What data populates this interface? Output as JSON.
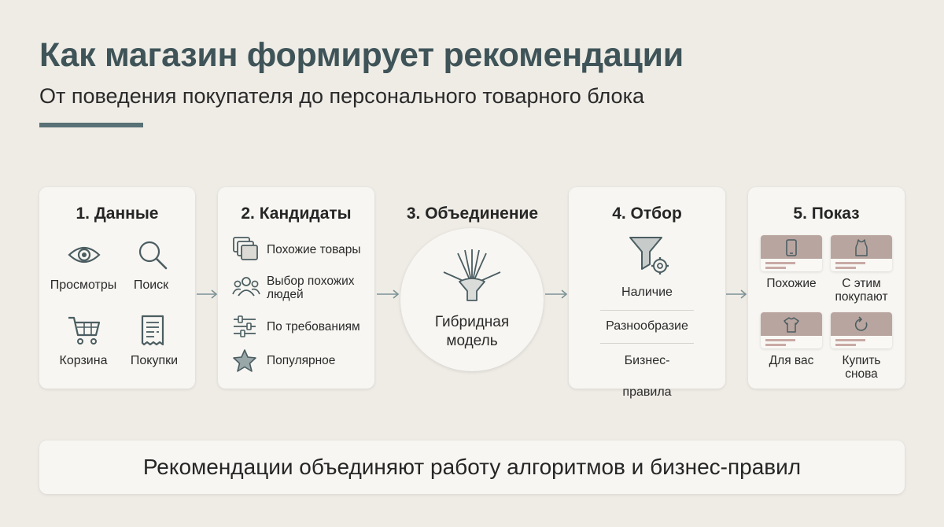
{
  "header": {
    "title": "Как магазин формирует рекомендации",
    "subtitle": "От поведения покупателя до персонального товарного блока"
  },
  "steps": {
    "data": {
      "title": "1. Данные",
      "items": [
        {
          "label": "Просмотры",
          "icon": "eye-icon"
        },
        {
          "label": "Поиск",
          "icon": "search-icon"
        },
        {
          "label": "Корзина",
          "icon": "cart-icon"
        },
        {
          "label": "Покупки",
          "icon": "receipt-icon"
        }
      ]
    },
    "candidates": {
      "title": "2. Кандидаты",
      "items": [
        {
          "label": "Похожие товары",
          "icon": "similar-items-icon"
        },
        {
          "label_line1": "Выбор похожих",
          "label_line2": "людей",
          "icon": "people-icon"
        },
        {
          "label": "По требованиям",
          "icon": "sliders-icon"
        },
        {
          "label": "Популярное",
          "icon": "star-icon"
        }
      ]
    },
    "merge": {
      "title": "3. Объединение",
      "label_line1": "Гибридная",
      "label_line2": "модель",
      "icon": "funnel-merge-icon"
    },
    "selection": {
      "title": "4. Отбор",
      "icon": "filter-gear-icon",
      "items": [
        "Наличие",
        "Разнообразие",
        "Бизнес-правила"
      ]
    },
    "display": {
      "title": "5. Показ",
      "tiles": [
        {
          "line1": "Похожие",
          "line2": "",
          "icon": "phone-icon"
        },
        {
          "line1": "С этим",
          "line2": "покупают",
          "icon": "tank-top-icon"
        },
        {
          "line1": "Для вас",
          "line2": "",
          "icon": "tshirt-icon"
        },
        {
          "line1": "Купить",
          "line2": "снова",
          "icon": "refresh-icon"
        }
      ]
    }
  },
  "footer": {
    "text": "Рекомендации объединяют работу алгоритмов и бизнес-правил"
  },
  "colors": {
    "background": "#efece6",
    "title": "#3f5458",
    "accent": "#587176",
    "tile_header": "#b9a5a0",
    "icon_stroke": "#4b5d61"
  }
}
